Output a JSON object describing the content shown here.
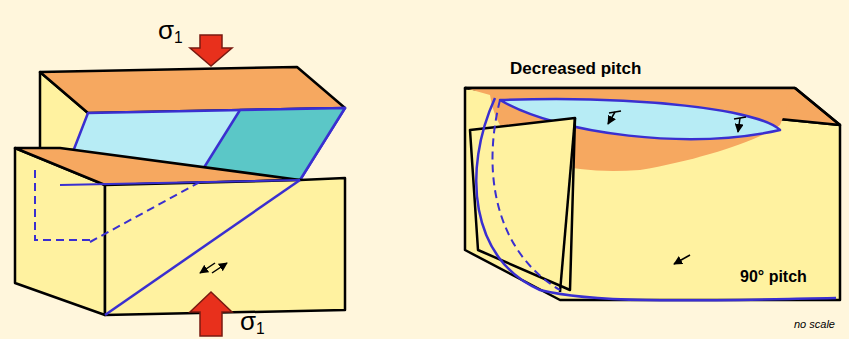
{
  "diagram": {
    "labels": [
      "σ1",
      "Decreased pitch",
      "90° pitch",
      "σ1",
      "no scale"
    ]
  }
}
